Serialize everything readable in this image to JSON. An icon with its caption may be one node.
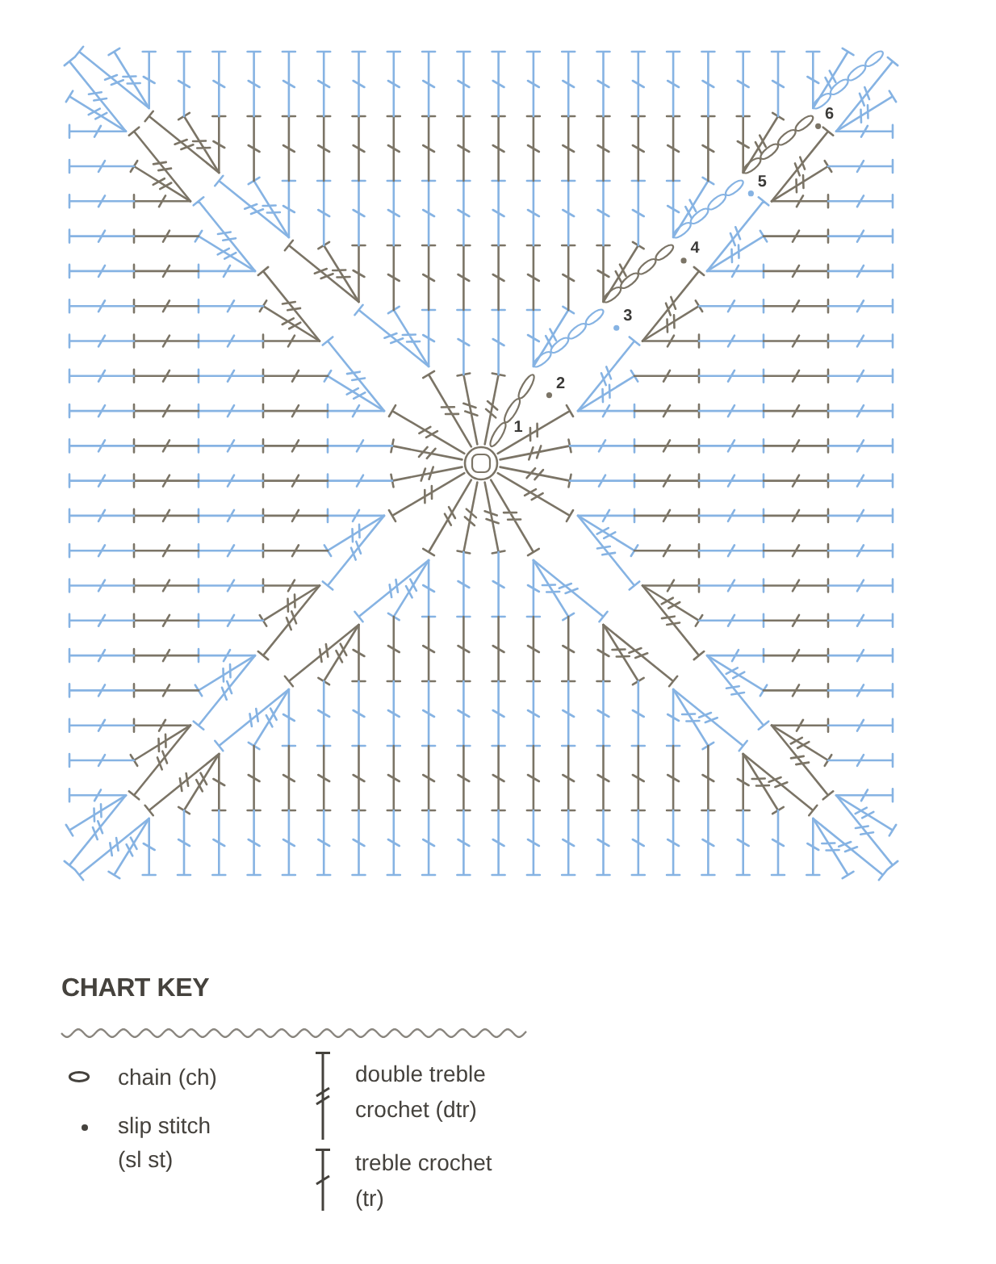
{
  "diagram": {
    "labels": [
      "6",
      "5",
      "4",
      "3",
      "2",
      "1",
      "CHART KEY"
    ],
    "legend": [
      {
        "text": "chain (ch)"
      },
      {
        "text": "slip stitch (sl st)"
      },
      {
        "text": "double treble crochet (dtr)"
      },
      {
        "text": "treble crochet (tr)"
      }
    ]
  }
}
